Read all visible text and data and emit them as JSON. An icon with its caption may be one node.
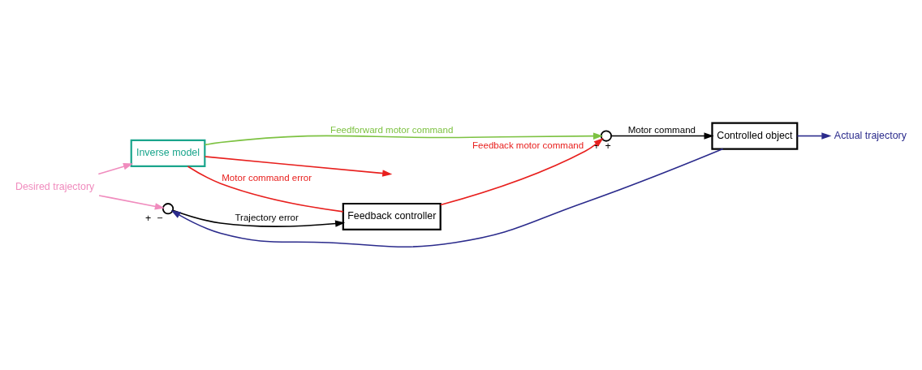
{
  "diagram": {
    "nodes": [
      {
        "text": [
          "Desired trajectory"
        ]
      },
      {
        "text": [
          "Inverse model"
        ]
      },
      {
        "text": [],
        "shape": "circle",
        "beside": [
          "+",
          "−"
        ]
      },
      {
        "text": [
          "Feedback controller"
        ]
      },
      {
        "text": [],
        "shape": "circle",
        "beside": [
          "+",
          "+"
        ]
      },
      {
        "text": [
          "Controlled object"
        ]
      },
      {
        "text": [
          "Actual trajectory"
        ]
      }
    ],
    "edges": [
      {
        "from": 0,
        "to": 1,
        "arrow": "to",
        "color": "#f08cbe"
      },
      {
        "from": 0,
        "to": 2,
        "arrow": "to",
        "color": "#f08cbe"
      },
      {
        "from": 2,
        "to": 3,
        "label": "Trajectory error",
        "arrow": "to",
        "color": "#000000"
      },
      {
        "from": 3,
        "to": 1,
        "label": "Motor command error",
        "arrow": "none",
        "color": "#e8201e"
      },
      {
        "from": 1,
        "to": null,
        "arrow": "to",
        "color": "#e8201e"
      },
      {
        "from": 1,
        "to": 4,
        "label": "Feedforward motor command",
        "arrow": "to",
        "color": "#7dc242"
      },
      {
        "from": 3,
        "to": 4,
        "label": "Feedback motor command",
        "arrow": "to",
        "color": "#e8201e"
      },
      {
        "from": 4,
        "to": 5,
        "label": "Motor command",
        "arrow": "to",
        "color": "#000000"
      },
      {
        "from": 5,
        "to": 6,
        "arrow": "to",
        "color": "#2b2b8c"
      },
      {
        "from": 5,
        "to": 2,
        "arrow": "to",
        "color": "#2b2b8c"
      }
    ]
  }
}
